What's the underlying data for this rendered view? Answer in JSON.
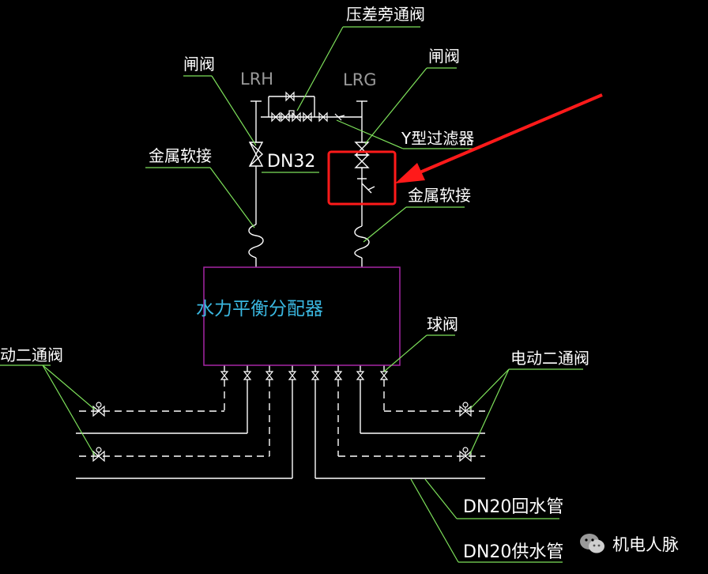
{
  "labels": {
    "pressure_bypass_valve": "压差旁通阀",
    "gate_valve_left": "闸阀",
    "gate_valve_right": "闸阀",
    "lrh": "LRH",
    "lrg": "LRG",
    "dn32": "DN32",
    "y_strainer": "Y型过滤器",
    "metal_flex_left": "金属软接",
    "metal_flex_right": "金属软接",
    "manifold": "水力平衡分配器",
    "ball_valve": "球阀",
    "motor_valve_left": "动二通阀",
    "motor_valve_right": "电动二通阀",
    "return_pipe": "DN20回水管",
    "supply_pipe": "DN20供水管"
  },
  "watermark": {
    "text": "机电人脉"
  },
  "colors": {
    "background": "#000000",
    "line": "#ffffff",
    "leader": "#7de05a",
    "label_text": "#ffffff",
    "manifold_box": "#a626a4",
    "manifold_text": "#3ab7e0",
    "highlight": "#ff1a1a"
  }
}
